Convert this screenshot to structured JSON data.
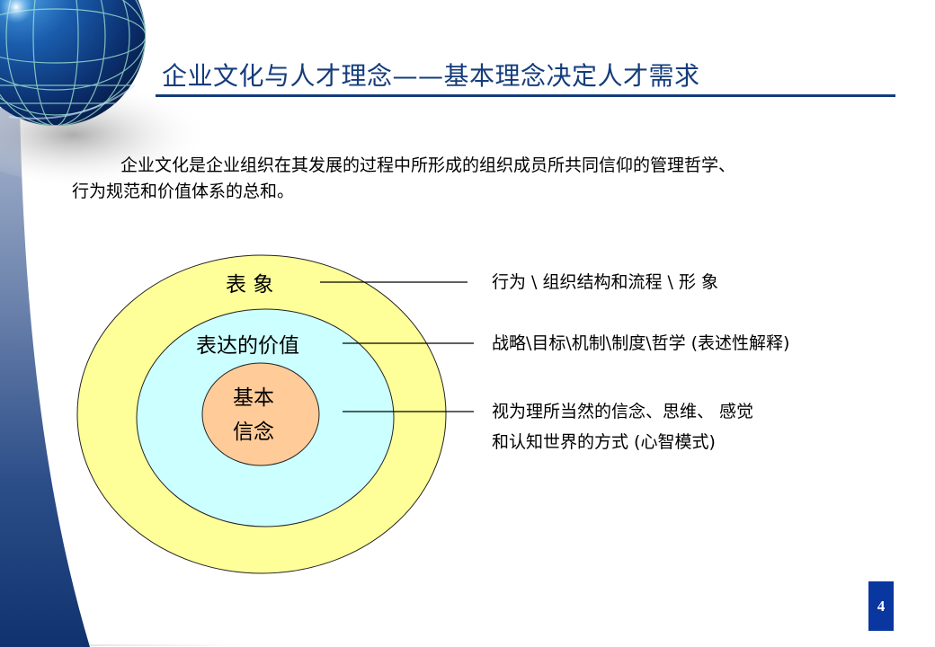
{
  "slide": {
    "title": "企业文化与人才理念——基本理念决定人才需求",
    "page_number": "4",
    "colors": {
      "title": "#143c7c",
      "band_top": "#9aaac6",
      "band_bottom": "#123470",
      "page_badge": "#0a36a0"
    }
  },
  "definition": {
    "line1": "企业文化是企业组织在其发展的过程中所形成的组织成员所共同信仰的管理哲学、",
    "line2": "行为规范和价值体系的总和。"
  },
  "diagram": {
    "rings": [
      {
        "id": "outer",
        "label": "表 象",
        "fill": "#ffff99"
      },
      {
        "id": "middle",
        "label": "表达的价值",
        "fill": "#ccffff"
      },
      {
        "id": "inner",
        "label_line1": "基本",
        "label_line2": "信念",
        "fill": "#ffcc99"
      }
    ],
    "descriptions": [
      {
        "line1": "行为 \\ 组织结构和流程 \\ 形 象"
      },
      {
        "line1": "战略\\目标\\机制\\制度\\哲学 (表述性解释)"
      },
      {
        "line1": "视为理所当然的信念、思维、 感觉",
        "line2": "和认知世界的方式 (心智模式)"
      }
    ]
  }
}
